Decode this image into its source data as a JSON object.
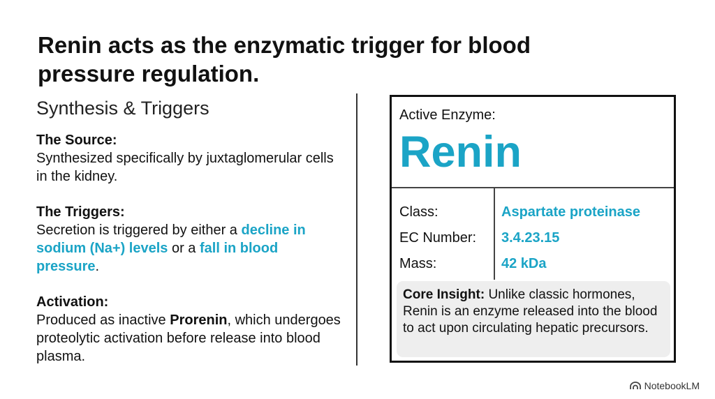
{
  "title": "Renin acts as the enzymatic trigger for blood pressure regulation.",
  "subtitle": "Synthesis & Triggers",
  "sections": {
    "source": {
      "heading": "The Source:",
      "text": "Synthesized specifically by juxtaglomerular cells in the kidney."
    },
    "triggers": {
      "heading": "The Triggers:",
      "text_1": "Secretion is triggered by either a ",
      "highlight_1": "decline in sodium (Na+) levels",
      "text_2": " or a ",
      "highlight_2": "fall in blood pressure",
      "text_3": "."
    },
    "activation": {
      "heading": "Activation:",
      "text_1": "Produced as inactive ",
      "bold": "Prorenin",
      "text_2": ", which undergoes proteolytic activation before release into blood plasma."
    }
  },
  "card": {
    "label": "Active Enzyme:",
    "name": "Renin",
    "properties": {
      "class": {
        "key": "Class:",
        "value": "Aspartate proteinase"
      },
      "ec": {
        "key": "EC Number:",
        "value": "3.4.23.15"
      },
      "mass": {
        "key": "Mass:",
        "value": "42 kDa"
      }
    },
    "insight": {
      "label": "Core Insight:",
      "text": " Unlike classic hormones, Renin is an enzyme released into the blood to act upon circulating hepatic precursors."
    }
  },
  "brand": {
    "name": "NotebookLM",
    "icon": "notebooklm-logo-icon"
  },
  "colors": {
    "accent": "#1ba4c6",
    "text": "#111111",
    "insight_bg": "#eeeeee"
  }
}
